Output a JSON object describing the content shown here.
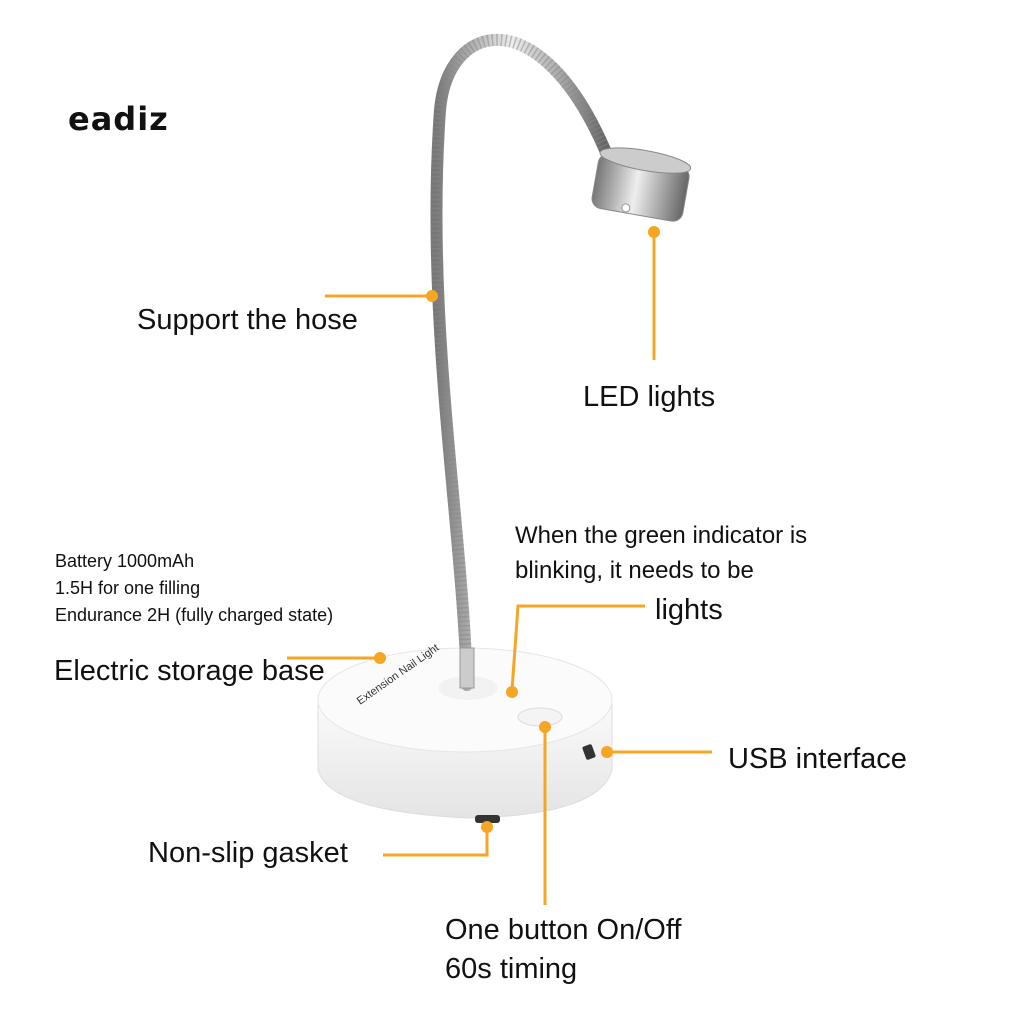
{
  "brand": "eadiz",
  "accent_color": "#f5a623",
  "product_print": "Extension Nail Light",
  "labels": {
    "support_hose": "Support the hose",
    "led_lights": "LED lights",
    "indicator_line1": "When the green indicator is",
    "indicator_line2": "blinking, it needs to be",
    "indicator_line3": "lights",
    "battery_line1": "Battery 1000mAh",
    "battery_line2": "1.5H for one filling",
    "battery_line3": "Endurance 2H (fully charged state)",
    "storage_base": "Electric storage base",
    "usb": "USB interface",
    "gasket": "Non-slip gasket",
    "button_line1": "One button On/Off",
    "button_line2": "60s timing"
  }
}
